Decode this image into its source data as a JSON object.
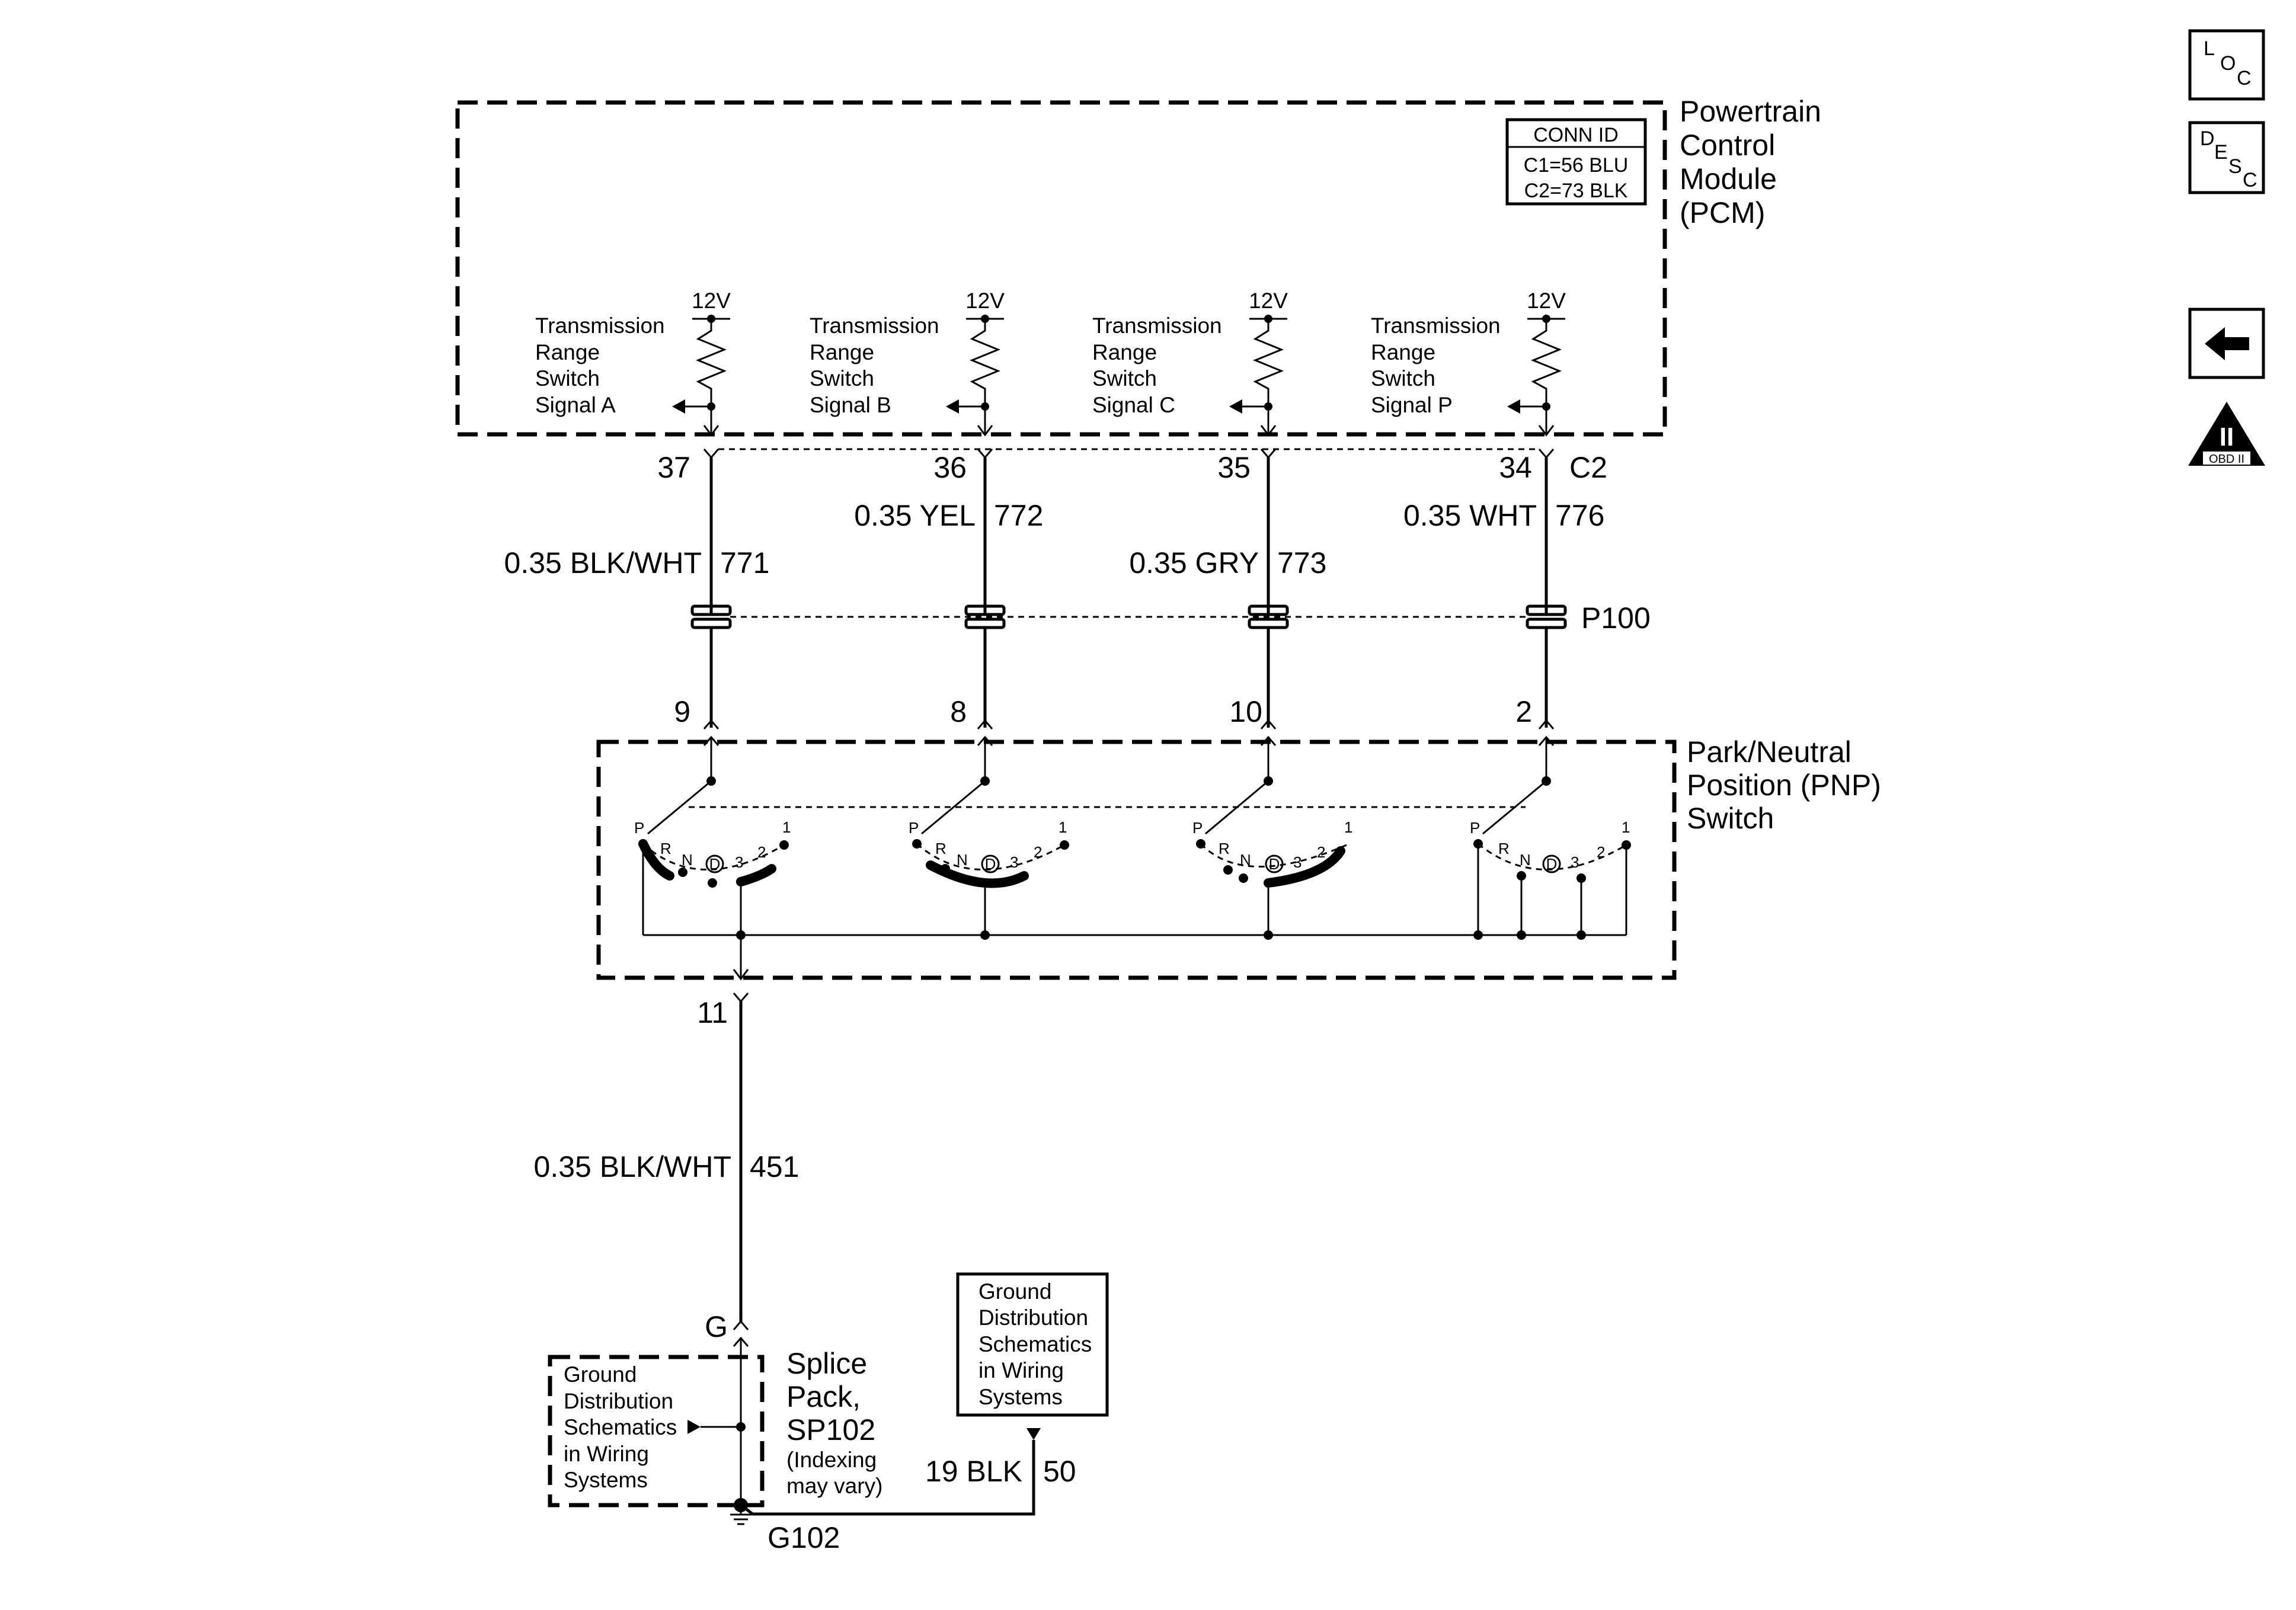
{
  "pcm": {
    "name_lines": [
      "Powertrain",
      "Control",
      "Module",
      "(PCM)"
    ],
    "conn_id": {
      "header": "CONN ID",
      "lines": [
        "C1=56 BLU",
        "C2=73 BLK"
      ]
    },
    "connector": "C2"
  },
  "signals": [
    {
      "lines": [
        "Transmission",
        "Range",
        "Switch",
        "Signal A"
      ],
      "voltage": "12V",
      "pin_pcm": "37",
      "wire": "0.35 BLK/WHT",
      "circuit": "771",
      "pin_pnp": "9"
    },
    {
      "lines": [
        "Transmission",
        "Range",
        "Switch",
        "Signal B"
      ],
      "voltage": "12V",
      "pin_pcm": "36",
      "wire": "0.35 YEL",
      "circuit": "772",
      "pin_pnp": "8"
    },
    {
      "lines": [
        "Transmission",
        "Range",
        "Switch",
        "Signal C"
      ],
      "voltage": "12V",
      "pin_pcm": "35",
      "wire": "0.35 GRY",
      "circuit": "773",
      "pin_pnp": "10"
    },
    {
      "lines": [
        "Transmission",
        "Range",
        "Switch",
        "Signal P"
      ],
      "voltage": "12V",
      "pin_pcm": "34",
      "wire": "0.35 WHT",
      "circuit": "776",
      "pin_pnp": "2"
    }
  ],
  "inline_connector": "P100",
  "pnp": {
    "name_lines": [
      "Park/Neutral",
      "Position (PNP)",
      "Switch"
    ],
    "positions": [
      "P",
      "R",
      "N",
      "D",
      "3",
      "2",
      "1"
    ],
    "ground_pin": "11"
  },
  "ground_wire": {
    "wire": "0.35 BLK/WHT",
    "circuit": "451"
  },
  "splice": {
    "pin": "G",
    "name_lines": [
      "Splice",
      "Pack,",
      "SP102"
    ],
    "note_lines": [
      "(Indexing",
      "may vary)"
    ]
  },
  "ref_box_left": [
    "Ground",
    "Distribution",
    "Schematics",
    "in Wiring",
    "Systems"
  ],
  "ref_box_right": [
    "Ground",
    "Distribution",
    "Schematics",
    "in Wiring",
    "Systems"
  ],
  "ground_bottom": {
    "wire": "19 BLK",
    "circuit": "50",
    "ground": "G102"
  },
  "side_icons": {
    "loc": [
      "L",
      "O",
      "C"
    ],
    "desc": [
      "D",
      "E",
      "S",
      "C"
    ],
    "obd": [
      "II",
      "OBD II"
    ],
    "back": "back-arrow-icon"
  }
}
